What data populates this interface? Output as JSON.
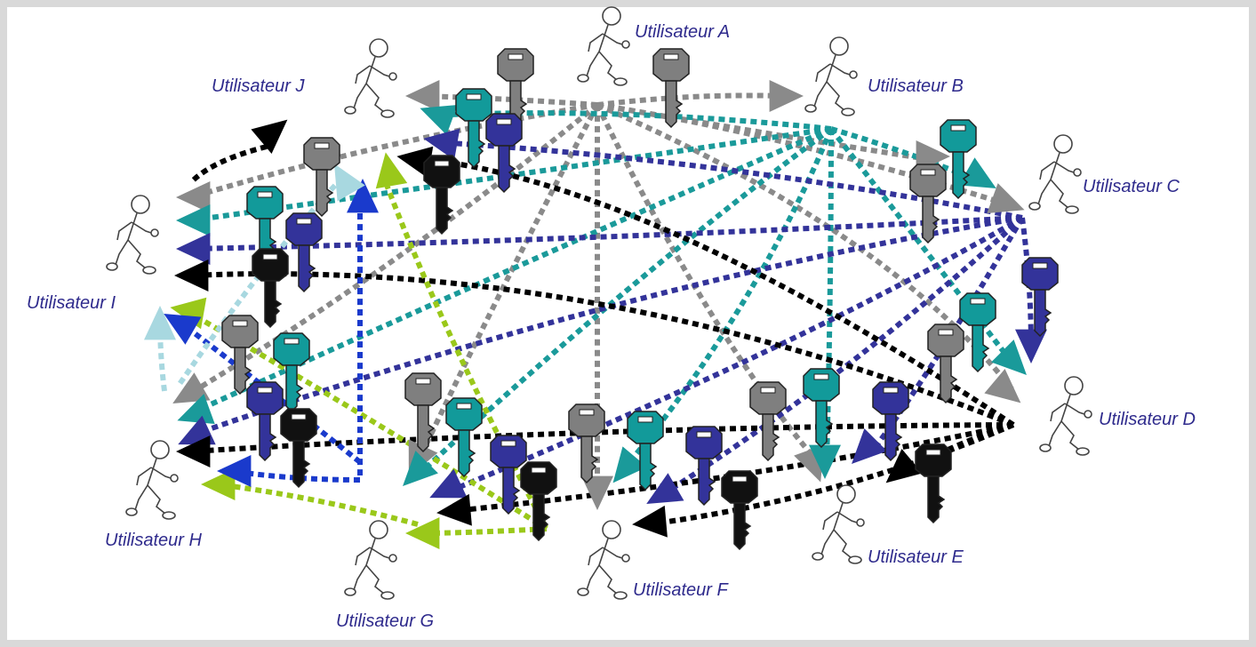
{
  "users": [
    {
      "id": "A",
      "label": "Utilisateur A"
    },
    {
      "id": "B",
      "label": "Utilisateur B"
    },
    {
      "id": "C",
      "label": "Utilisateur C"
    },
    {
      "id": "D",
      "label": "Utilisateur D"
    },
    {
      "id": "E",
      "label": "Utilisateur E"
    },
    {
      "id": "F",
      "label": "Utilisateur F"
    },
    {
      "id": "G",
      "label": "Utilisateur G"
    },
    {
      "id": "H",
      "label": "Utilisateur H"
    },
    {
      "id": "I",
      "label": "Utilisateur I"
    },
    {
      "id": "J",
      "label": "Utilisateur J"
    }
  ],
  "colors": {
    "label_text": "#2e2a8c",
    "key_gray": "#7f7f7f",
    "key_teal": "#129a9a",
    "key_indigo": "#33339a",
    "key_black": "#111111",
    "link_gray": "#8a8a8a",
    "link_teal": "#1a9a9a",
    "link_indigo": "#33339a",
    "link_black": "#000000",
    "link_lime": "#9ac81a",
    "link_lightblue": "#a8d8e0",
    "link_blue": "#1a3acc"
  },
  "icons": [
    "stick-figure-icon",
    "key-icon",
    "arrow-head-icon"
  ]
}
